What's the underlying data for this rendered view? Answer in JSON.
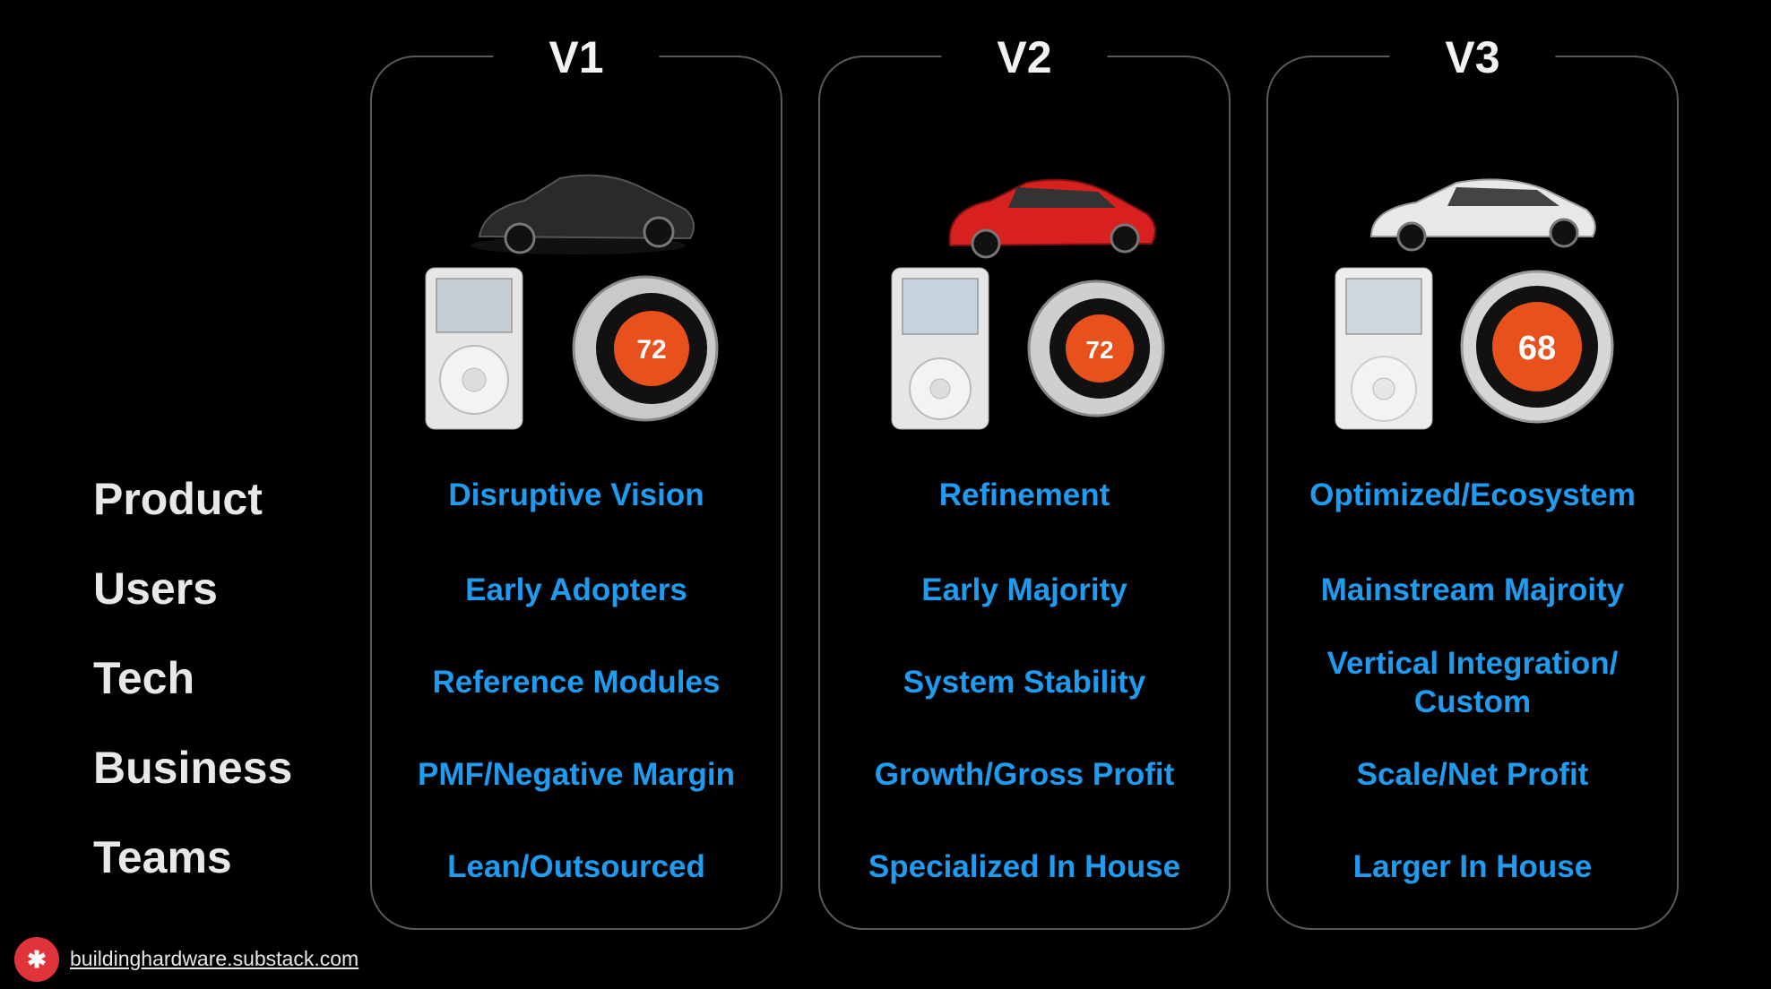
{
  "row_labels": [
    "Product",
    "Users",
    "Tech",
    "Business",
    "Teams"
  ],
  "columns": [
    {
      "title": "V1",
      "product": "Disruptive Vision",
      "users": "Early Adopters",
      "tech": "Reference Modules",
      "business": "PMF/Negative Margin",
      "teams": "Lean/Outsourced",
      "car_color": "#2a2a2a",
      "thermostat_reading": "72",
      "thermostat_color": "#e8501c"
    },
    {
      "title": "V2",
      "product": "Refinement",
      "users": "Early Majority",
      "tech": "System Stability",
      "business": "Growth/Gross Profit",
      "teams": "Specialized In House",
      "car_color": "#d8201f",
      "thermostat_reading": "72",
      "thermostat_color": "#e8501c"
    },
    {
      "title": "V3",
      "product": "Optimized/Ecosystem",
      "users": "Mainstream Majroity",
      "tech": "Vertical Integration/ Custom",
      "business": "Scale/Net Profit",
      "teams": "Larger In House",
      "car_color": "#e8e8e8",
      "thermostat_reading": "68",
      "thermostat_color": "#e8501c"
    }
  ],
  "footer": {
    "logo_glyph": "✱",
    "url": "buildinghardware.substack.com"
  },
  "colors": {
    "accent_text": "#1f9bf0",
    "background": "#000000",
    "card_border": "#5a5a5a"
  }
}
